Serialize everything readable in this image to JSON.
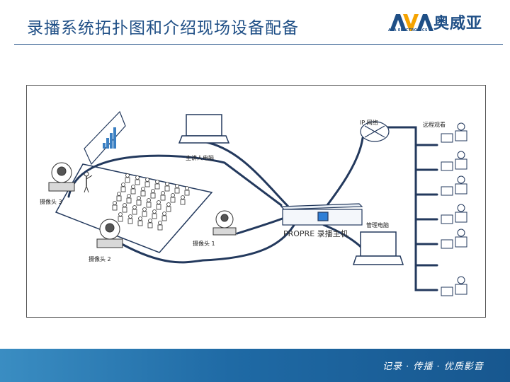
{
  "header": {
    "title": "录播系统拓扑图和介绍现场设备配备",
    "logo_text": "奥威亚",
    "logo_sub": "AVA ELECTRONICS"
  },
  "diagram": {
    "ip_network": "IP 网络",
    "remote_viewing": "远程观看",
    "presenter_pc": "主讲人电脑",
    "camera_3": "摄像头 3",
    "camera_1": "摄像头 1",
    "camera_2": "摄像头 2",
    "mgmt_pc": "管理电脑",
    "recorder": "PROPRE 录播主机"
  },
  "footer": {
    "slogan": "记录 · 传播 · 优质影音"
  },
  "colors": {
    "brand_blue": "#1f4f86",
    "footer_blue": "#1f6aa5",
    "cable": "#23395d"
  }
}
